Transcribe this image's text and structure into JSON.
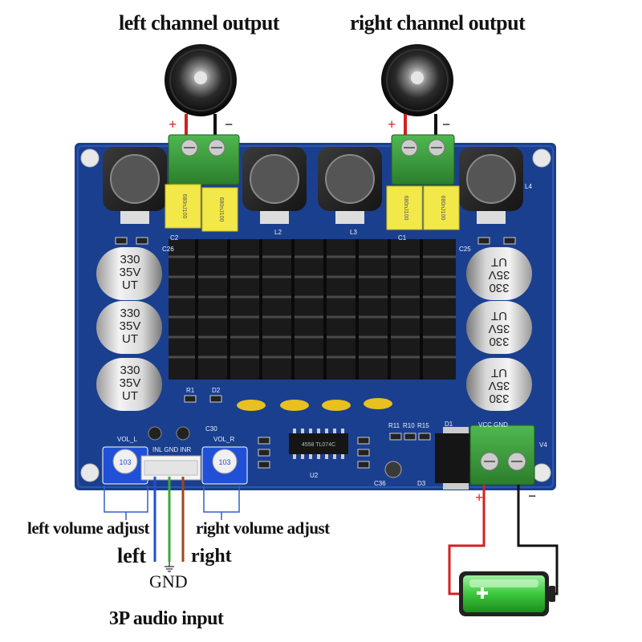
{
  "labels": {
    "left_channel_output": "left channel output",
    "right_channel_output": "right channel output",
    "left_volume_adjust": "left volume adjust",
    "right_volume_adjust": "right volume adjust",
    "left": "left",
    "gnd": "GND",
    "right": "right",
    "audio_input": "3P audio input"
  },
  "polarity": {
    "plus": "+",
    "minus": "−"
  },
  "board": {
    "inductor_value": "330",
    "film_cap_value": "680nJ100",
    "electrolytic": {
      "line1": "330",
      "line2": "35V",
      "line3": "UT"
    },
    "pot_value": "103",
    "silkscreen": {
      "vol_l": "VOL_L",
      "inl_gnd_inr": "INL GND INR",
      "vol_r": "VOL_R",
      "vcc_gnd": "VCC GND",
      "l2": "L2",
      "l3": "L3",
      "l4": "L4",
      "c1": "C1",
      "c2": "C2",
      "c25": "C25",
      "c26": "C26",
      "c30": "C30",
      "c36": "C36",
      "r1": "R1",
      "d1": "D1",
      "d2": "D2",
      "d3": "D3",
      "u2": "U2",
      "v4": "V4",
      "r11": "R11",
      "r10": "R10",
      "r15": "R15",
      "ic_marking": "4558 TL074C"
    }
  },
  "colors": {
    "pcb": "#1b3f8f",
    "heatsink": "#1a1a1a",
    "terminal": "#3a9a3a",
    "film_cap": "#f2e84a",
    "wire_red": "#d42020",
    "wire_black": "#111111",
    "wire_blue": "#1f4fd0",
    "wire_green": "#3aa83a",
    "wire_brown": "#a0461c",
    "battery_green": "#46d046"
  }
}
